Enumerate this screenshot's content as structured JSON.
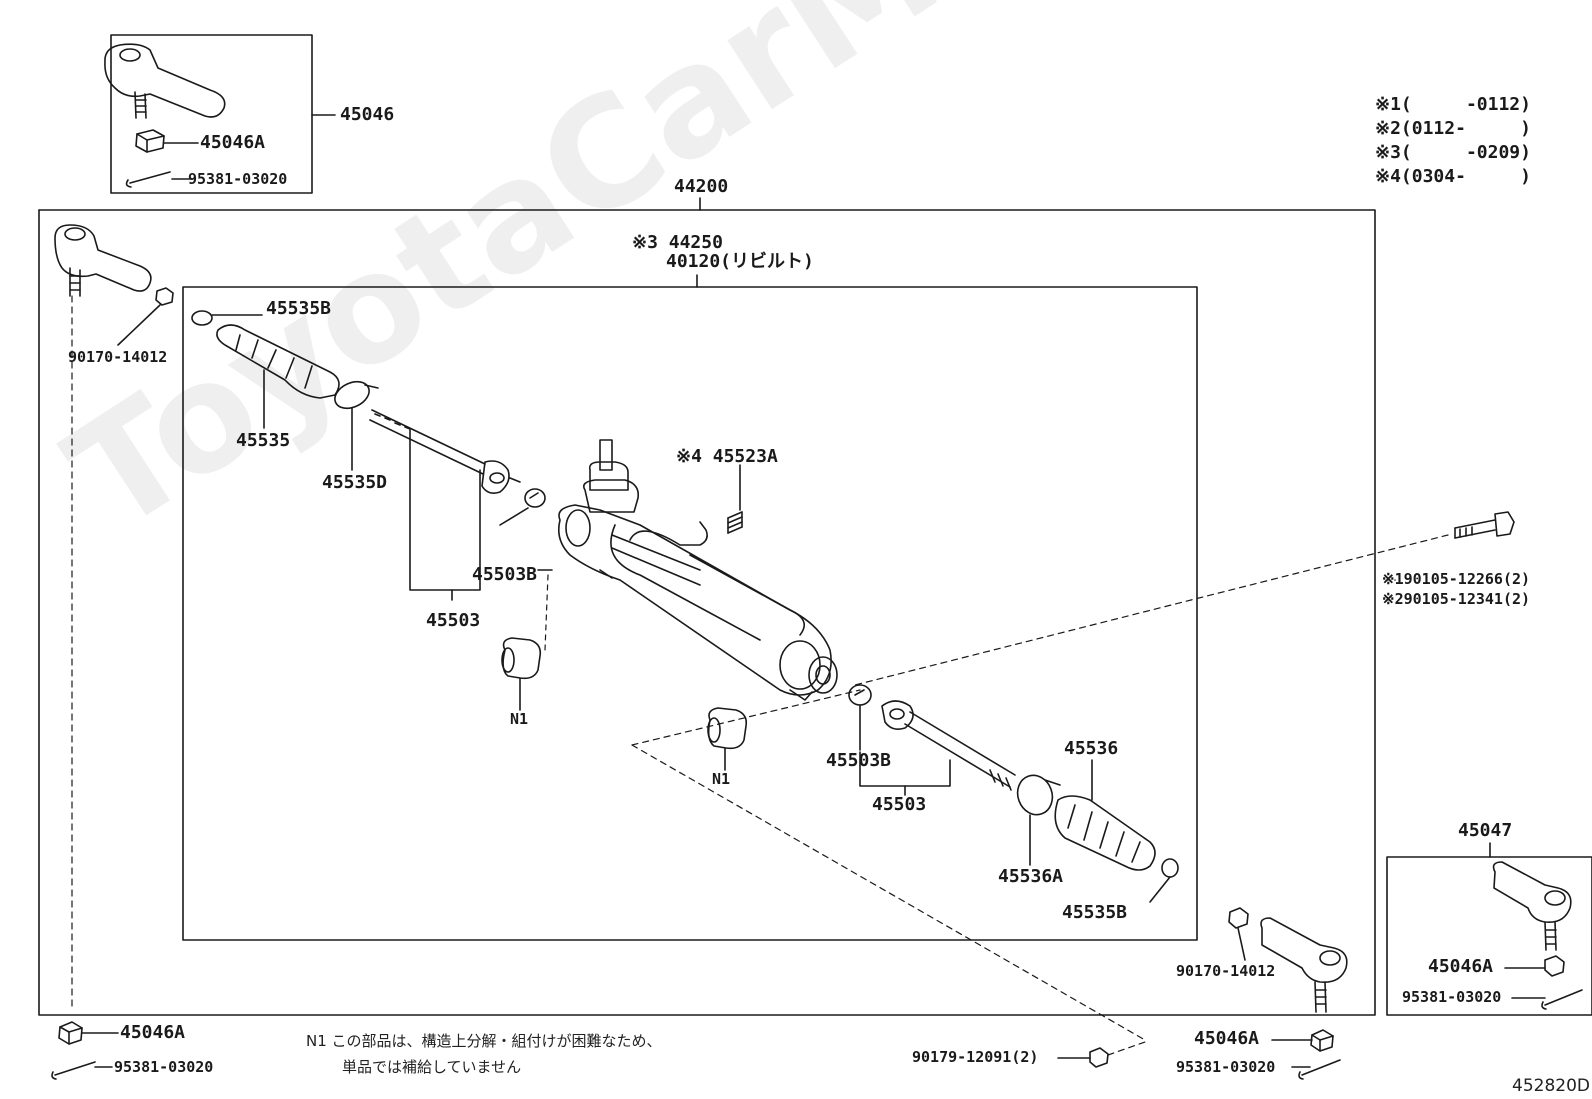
{
  "watermark": "ToyotaCarMine.ru",
  "diagram_id": "452820D",
  "legend": [
    "※1(     -0112)",
    "※2(0112-     )",
    "※3(     -0209)",
    "※4(0304-     )"
  ],
  "labels": {
    "p45046": "45046",
    "p45046a_top": "45046A",
    "p95381_top": "95381-03020",
    "p44200": "44200",
    "p44250": "※3 44250",
    "p40120": "40120(リビルト)",
    "p45535b_top": "45535B",
    "p90170_left": "90170-14012",
    "p45535": "45535",
    "p45535d": "45535D",
    "p45523a": "※4 45523A",
    "p45503b_left": "45503B",
    "p45503_left": "45503",
    "n1_left": "N1",
    "n1_mid": "N1",
    "p45503b_right": "45503B",
    "p45503_right": "45503",
    "p45536": "45536",
    "p45536a": "45536A",
    "p45535b_bottom": "45535B",
    "p90105_a": "※190105-12266(2)",
    "p90105_b": "※290105-12341(2)",
    "p45047": "45047",
    "p45046a_right": "45046A",
    "p95381_right": "95381-03020",
    "p90170_right": "90170-14012",
    "p45046a_bottom_left": "45046A",
    "p95381_bottom_left": "95381-03020",
    "p90179": "90179-12091(2)",
    "p45046a_bottom_mid": "45046A",
    "p95381_bottom_mid": "95381-03020"
  },
  "note": {
    "line1": "N1 この部品は、構造上分解・組付けが困難なため、",
    "line2": "単品では補給していません"
  }
}
